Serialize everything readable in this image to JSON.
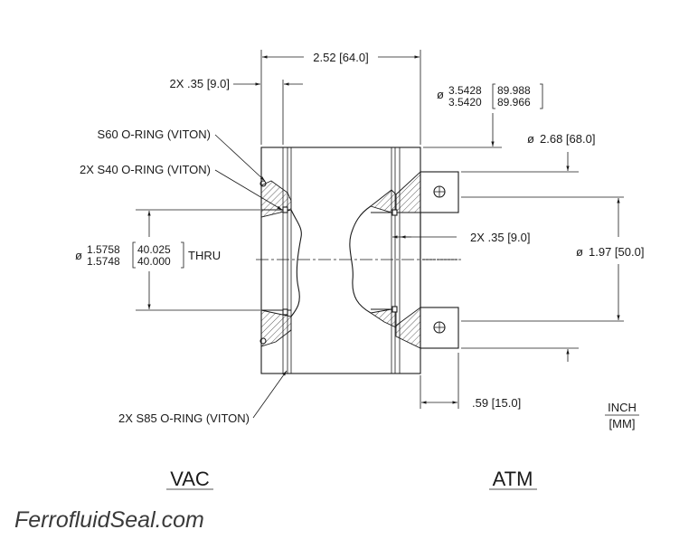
{
  "labels": {
    "overall_length": "2.52 [64.0]",
    "groove_width_left": "2X .35 [9.0]",
    "od_tol_top": "3.5428",
    "od_tol_bottom": "3.5420",
    "od_mm_top": "89.988",
    "od_mm_bottom": "89.966",
    "flange_dia": "2.68 [68.0]",
    "s60_oring": "S60 O-RING (VITON)",
    "s40_oring": "2X S40 O-RING (VITON)",
    "bore_tol_top": "1.5758",
    "bore_tol_bottom": "1.5748",
    "bore_mm_top": "40.025",
    "bore_mm_bottom": "40.000",
    "thru": "THRU",
    "groove_width_right": "2X .35 [9.0]",
    "bolt_circle": "1.97 [50.0]",
    "s85_oring": "2X S85 O-RING (VITON)",
    "flange_thickness": ".59 [15.0]",
    "diameter_symbol": "ø",
    "unit_inch": "INCH",
    "unit_mm": "[MM]"
  },
  "sides": {
    "vac": "VAC",
    "atm": "ATM"
  },
  "brand": "FerrofluidSeal.com",
  "colors": {
    "ink": "#1a1a1a",
    "brand": "#3a3a3a",
    "background": "#ffffff"
  }
}
